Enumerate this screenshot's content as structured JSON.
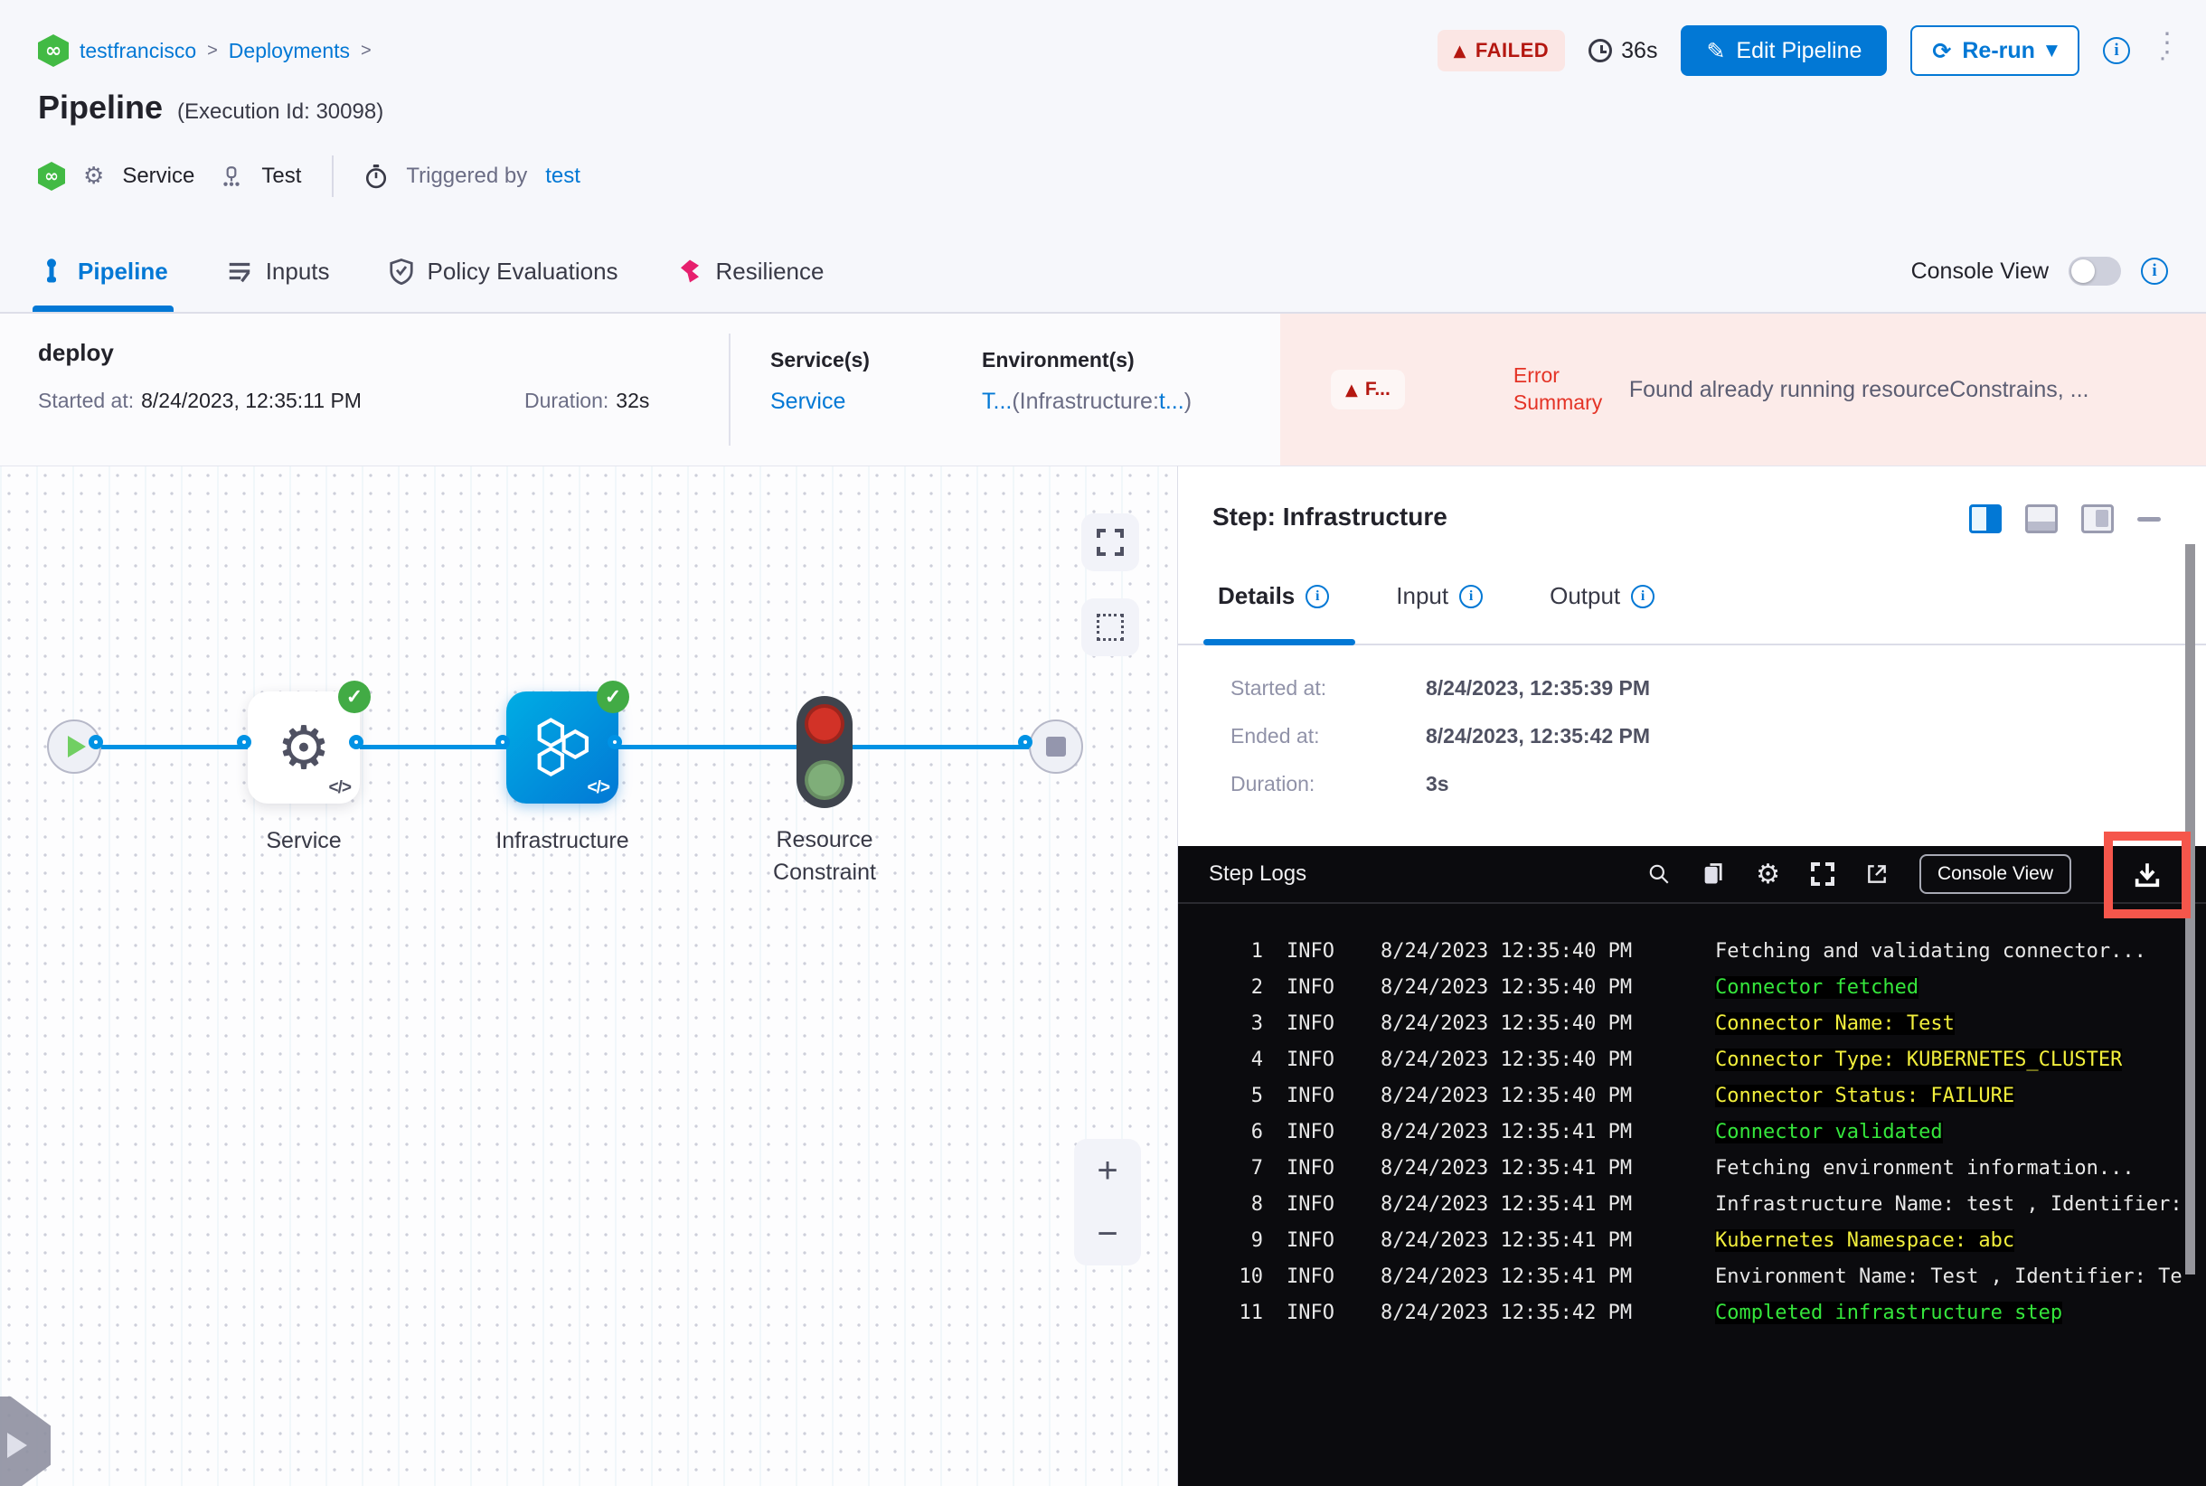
{
  "breadcrumb": {
    "project": "testfrancisco",
    "section": "Deployments",
    "sep": ">"
  },
  "header": {
    "status_badge": "FAILED",
    "total_duration": "36s",
    "edit_pipeline_label": "Edit Pipeline",
    "rerun_label": "Re-run",
    "title": "Pipeline",
    "execution_id": "(Execution Id: 30098)",
    "service_label": "Service",
    "environment_label": "Test",
    "triggered_by_label": "Triggered by",
    "triggered_by_user": "test"
  },
  "tabs": {
    "items": [
      {
        "label": "Pipeline"
      },
      {
        "label": "Inputs"
      },
      {
        "label": "Policy Evaluations"
      },
      {
        "label": "Resilience"
      }
    ],
    "console_view_label": "Console View"
  },
  "deploy": {
    "stage_name": "deploy",
    "started_label": "Started at:",
    "started_value": "8/24/2023, 12:35:11 PM",
    "duration_label": "Duration:",
    "duration_value": "32s",
    "services_header": "Service(s)",
    "services_value": "Service",
    "environments_header": "Environment(s)",
    "env_link1": "T...",
    "env_infra_prefix": "(Infrastructure:",
    "env_link2": "t...",
    "env_suffix": ")",
    "error_chip": "F...",
    "error_label_line1": "Error",
    "error_label_line2": "Summary",
    "error_message": "Found already running resourceConstrains, ..."
  },
  "graph": {
    "nodes": [
      {
        "label": "Service"
      },
      {
        "label": "Infrastructure"
      },
      {
        "label": "Resource Constraint"
      }
    ],
    "code_glyph": "</>"
  },
  "step_panel": {
    "title": "Step: Infrastructure",
    "tabs": [
      {
        "label": "Details"
      },
      {
        "label": "Input"
      },
      {
        "label": "Output"
      }
    ],
    "details": [
      {
        "label": "Started at:",
        "value": "8/24/2023, 12:35:39 PM"
      },
      {
        "label": "Ended at:",
        "value": "8/24/2023, 12:35:42 PM"
      },
      {
        "label": "Duration:",
        "value": "3s"
      }
    ]
  },
  "logs": {
    "title": "Step Logs",
    "console_view_label": "Console View",
    "rows": [
      {
        "n": "1",
        "level": "INFO",
        "time": "8/24/2023 12:35:40 PM",
        "msg": "Fetching and validating connector...",
        "color": "white"
      },
      {
        "n": "2",
        "level": "INFO",
        "time": "8/24/2023 12:35:40 PM",
        "msg": "Connector fetched",
        "color": "green"
      },
      {
        "n": "3",
        "level": "INFO",
        "time": "8/24/2023 12:35:40 PM",
        "msg": "Connector Name: Test",
        "color": "yellow"
      },
      {
        "n": "4",
        "level": "INFO",
        "time": "8/24/2023 12:35:40 PM",
        "msg": "Connector Type: KUBERNETES_CLUSTER",
        "color": "yellow"
      },
      {
        "n": "5",
        "level": "INFO",
        "time": "8/24/2023 12:35:40 PM",
        "msg": "Connector Status: FAILURE",
        "color": "yellow"
      },
      {
        "n": "6",
        "level": "INFO",
        "time": "8/24/2023 12:35:41 PM",
        "msg": "Connector validated",
        "color": "green"
      },
      {
        "n": "7",
        "level": "INFO",
        "time": "8/24/2023 12:35:41 PM",
        "msg": "Fetching environment information...",
        "color": "white"
      },
      {
        "n": "8",
        "level": "INFO",
        "time": "8/24/2023 12:35:41 PM",
        "msg": "Infrastructure Name: test , Identifier:",
        "color": "white"
      },
      {
        "n": "9",
        "level": "INFO",
        "time": "8/24/2023 12:35:41 PM",
        "msg": "Kubernetes Namespace: abc",
        "color": "yellow"
      },
      {
        "n": "10",
        "level": "INFO",
        "time": "8/24/2023 12:35:41 PM",
        "msg": "Environment Name: Test , Identifier: Te",
        "color": "white"
      },
      {
        "n": "11",
        "level": "INFO",
        "time": "8/24/2023 12:35:42 PM",
        "msg": "Completed infrastructure step",
        "color": "green"
      }
    ]
  },
  "colors": {
    "accent_blue": "#0278d5",
    "edge_blue": "#0092e4",
    "failed_red": "#b41710",
    "error_bg": "#fcebe9",
    "success_green": "#42ab45",
    "log_green": "#35e63c",
    "log_yellow": "#f2ef3c",
    "highlight_red": "#f5564b"
  }
}
